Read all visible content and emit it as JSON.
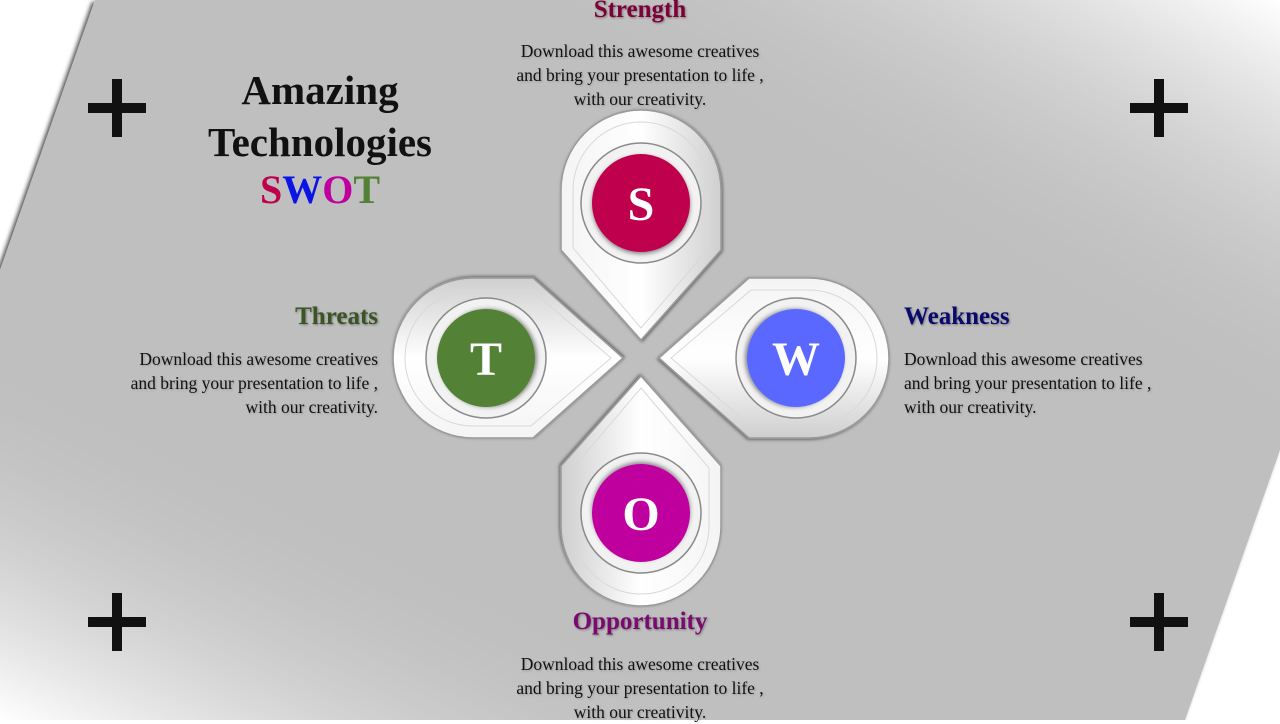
{
  "title": {
    "line1": "Amazing",
    "line2": "Technologies",
    "swot": [
      "S",
      "W",
      "O",
      "T"
    ]
  },
  "colors": {
    "strength": "#be004d",
    "weakness": "#5a68ff",
    "opportunity": "#bf009f",
    "threats": "#538135",
    "bg": "#bfbfbf"
  },
  "sections": {
    "strength": {
      "letter": "S",
      "heading": "Strength",
      "heading_color": "#7f0038",
      "lines": [
        "Download this awesome creatives",
        "and bring your presentation to life ,",
        "with our creativity."
      ]
    },
    "weakness": {
      "letter": "W",
      "heading": "Weakness",
      "heading_color": "#0a0a6e",
      "lines": [
        "Download this awesome creatives",
        "and bring your presentation to life ,",
        "with our creativity."
      ]
    },
    "opportunity": {
      "letter": "O",
      "heading": "Opportunity",
      "heading_color": "#7a0a6e",
      "lines": [
        "Download this awesome creatives",
        "and bring your presentation to life ,",
        "with our creativity."
      ]
    },
    "threats": {
      "letter": "T",
      "heading": "Threats",
      "heading_color": "#3a5425",
      "lines": [
        "Download this awesome creatives",
        "and bring your presentation to life ,",
        "with our creativity."
      ]
    }
  }
}
